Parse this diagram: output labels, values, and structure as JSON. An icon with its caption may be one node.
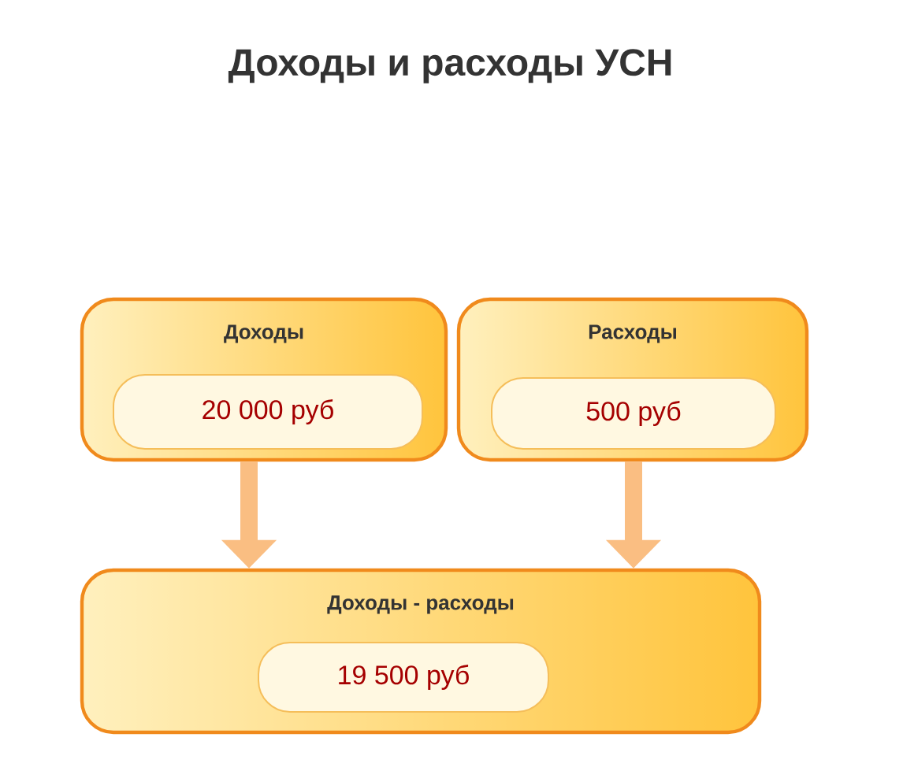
{
  "diagram": {
    "title": "Доходы и расходы УСН",
    "nodes": [
      {
        "text": [
          "Доходы"
        ]
      },
      {
        "text": [
          "20 000 руб"
        ],
        "in": 0
      },
      {
        "text": [
          "Расходы"
        ]
      },
      {
        "text": [
          "500 руб"
        ],
        "in": 2
      },
      {
        "text": [
          "Доходы - расходы"
        ]
      },
      {
        "text": [
          "19 500 руб"
        ],
        "in": 4
      }
    ],
    "edges": [
      {
        "from": 0,
        "to": 4,
        "arrow": "to"
      },
      {
        "from": 2,
        "to": 4,
        "arrow": "to"
      }
    ]
  }
}
